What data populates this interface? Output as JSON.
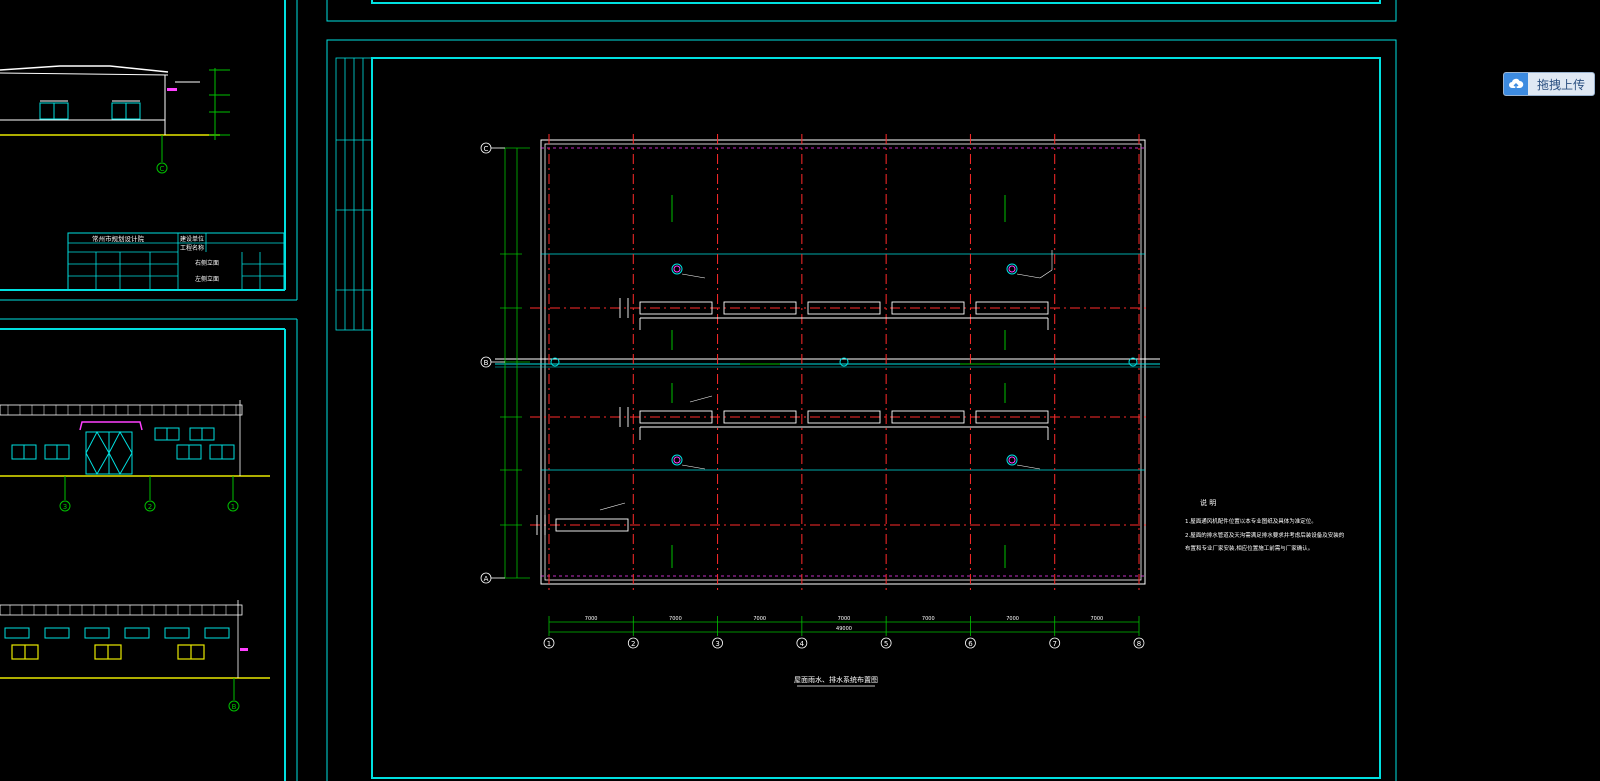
{
  "colors": {
    "background": "#000000",
    "frame": "#00e0e0",
    "axis": "#ff2a2a",
    "dimension": "#00c000",
    "white": "#ffffff",
    "yellow": "#e8e800",
    "magenta": "#ff40ff",
    "upload_bg": "#dfe8f3",
    "upload_accent": "#3d8be0"
  },
  "upload": {
    "label": "拖拽上传",
    "icon": "cloud-upload-icon"
  },
  "drawing": {
    "title": "屋面雨水、排水系统布置图",
    "notes_title": "说 明",
    "notes": [
      "1.屋面通风机配件位置以本专业图纸及具体为准定位。",
      "2.屋面的排水管道及天沟需满足排水要求并考虑后装设备及安装的",
      "  布置和专业厂家安装,相应位置施工前需与厂家确认。"
    ],
    "column_labels": [
      "1",
      "2",
      "3",
      "4",
      "5",
      "6",
      "7",
      "8"
    ],
    "row_labels": [
      "C",
      "B",
      "A"
    ],
    "bay_dims": [
      "7000",
      "7000",
      "7000",
      "7000",
      "7000",
      "7000",
      "7000"
    ],
    "total_dim": "49000"
  },
  "titleblock": {
    "company": "常州市规划设计院",
    "project_label": "建设单位",
    "project_name_label": "工程名称",
    "sheet1": "右侧立面",
    "sheet2": "左侧立面"
  },
  "axis_marks": {
    "top_left": "C",
    "mid_left": [
      "3",
      "2",
      "1"
    ],
    "bottom_left": "B"
  }
}
